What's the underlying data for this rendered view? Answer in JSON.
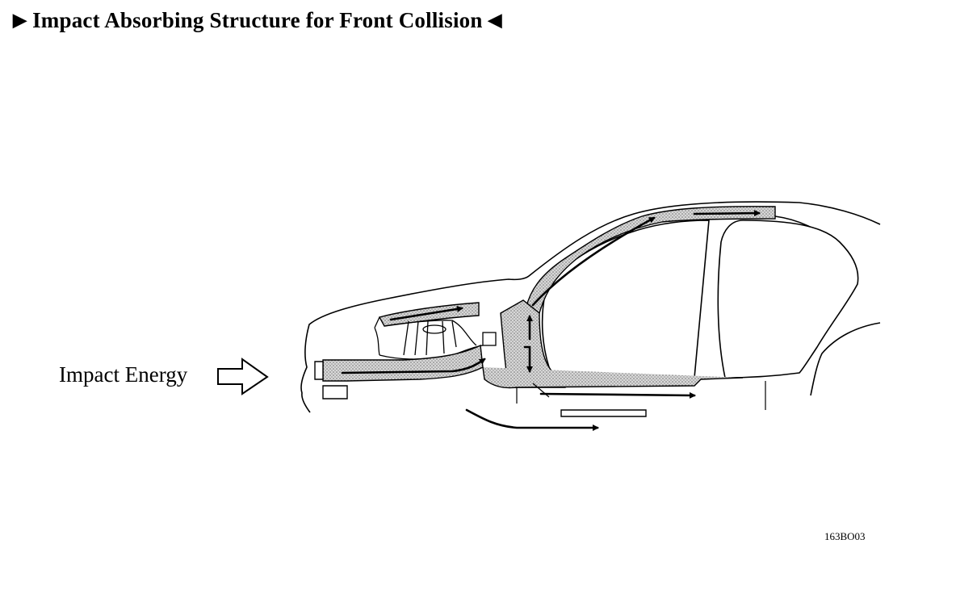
{
  "title": {
    "left_marker": "▶",
    "text": "Impact Absorbing Structure for Front Collision",
    "right_marker": "◀"
  },
  "labels": {
    "impact_energy": "Impact Energy"
  },
  "figure_code": "163BO03",
  "colors": {
    "outline": "#000000",
    "shaded_member": "#c4c4c4",
    "background": "#ffffff"
  },
  "icons": {
    "impact_arrow": "hollow-right-arrow",
    "force_flow_arrows": "solid-arrow"
  }
}
